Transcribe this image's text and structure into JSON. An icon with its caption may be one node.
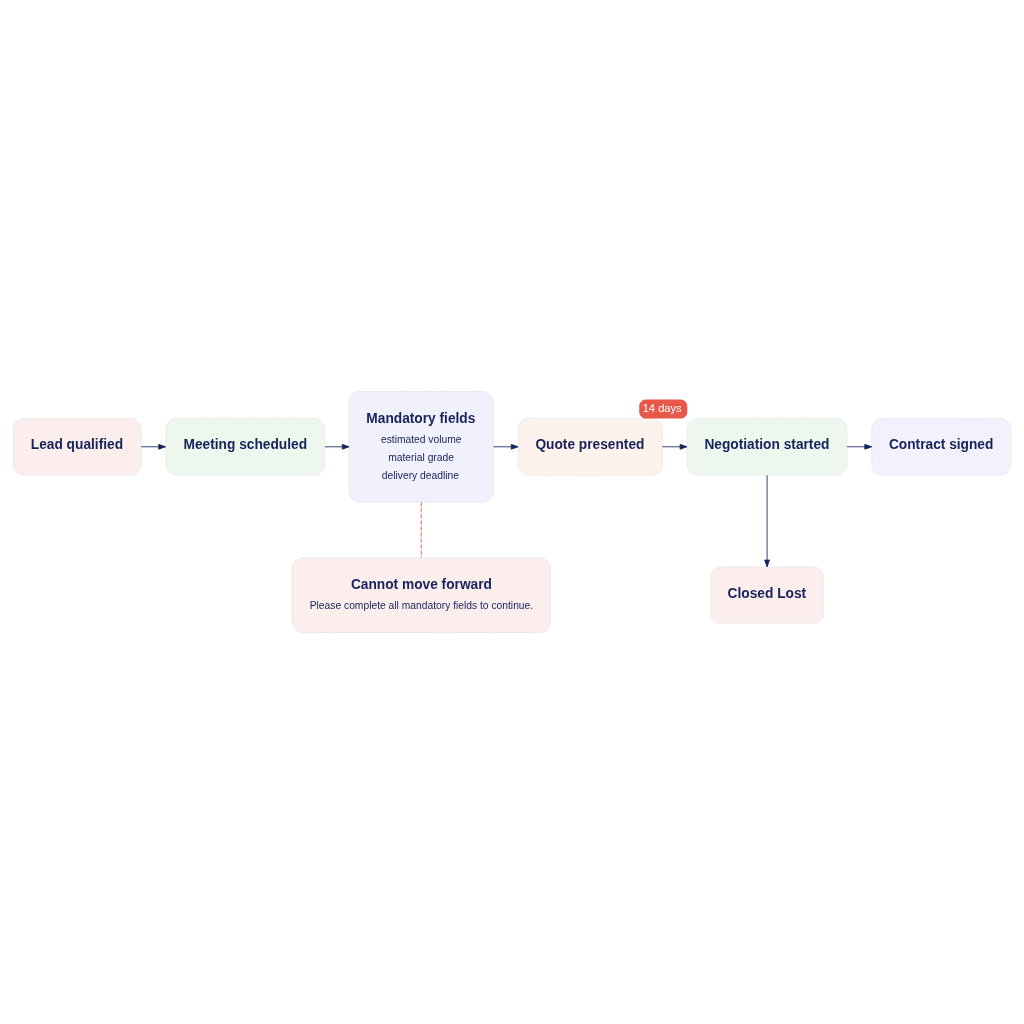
{
  "diagram": {
    "nodes": [
      {
        "text": [
          "Lead qualified"
        ]
      },
      {
        "text": [
          "Meeting scheduled"
        ]
      },
      {
        "text": [
          "Mandatory fields",
          "estimated volume",
          "material grade",
          "delivery deadline"
        ]
      },
      {
        "text": [
          "Quote presented"
        ]
      },
      {
        "text": [
          "Negotiation started"
        ],
        "beside": [
          "14 days"
        ]
      },
      {
        "text": [
          "Contract signed"
        ]
      },
      {
        "text": [
          "Cannot move forward",
          "Please complete all mandatory fields to continue."
        ]
      },
      {
        "text": [
          "Closed Lost"
        ]
      }
    ],
    "edges": [
      {
        "from": 0,
        "to": 1,
        "arrow": "to"
      },
      {
        "from": 1,
        "to": 2,
        "arrow": "to"
      },
      {
        "from": 2,
        "to": 3,
        "arrow": "to"
      },
      {
        "from": 3,
        "to": 4,
        "arrow": "to"
      },
      {
        "from": 4,
        "to": 5,
        "arrow": "to"
      },
      {
        "from": 2,
        "to": 6,
        "arrow": "none",
        "style": "dashed",
        "color": "#e8503a"
      },
      {
        "from": 4,
        "to": 7,
        "arrow": "to"
      }
    ]
  }
}
